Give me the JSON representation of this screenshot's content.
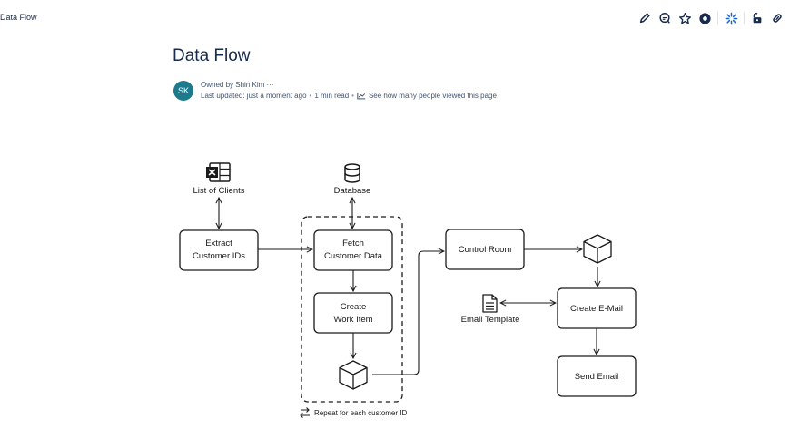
{
  "page": {
    "breadcrumb_title": "Data Flow",
    "title": "Data Flow",
    "owner_text": "Owned by Shin Kim",
    "owner_more": "···",
    "avatar_initials": "SK",
    "avatar_color": "#1d7a8c",
    "last_updated": "Last updated: just a moment ago",
    "read_time": "1 min read",
    "views_link": "See how many people viewed this page",
    "separator": "•"
  },
  "toolbar": {
    "icons": [
      "pencil-icon",
      "comment-icon",
      "star-icon",
      "watch-eye-icon",
      "loom-sparkle-icon",
      "restrictions-lock-icon",
      "copy-link-icon"
    ],
    "accent_color": "#1868db"
  },
  "diagram": {
    "nodes": {
      "list_of_clients": "List of Clients",
      "database": "Database",
      "extract_line1": "Extract",
      "extract_line2": "Customer IDs",
      "fetch_line1": "Fetch",
      "fetch_line2": "Customer Data",
      "create_work_line1": "Create",
      "create_work_line2": "Work Item",
      "control_room": "Control Room",
      "email_template": "Email Template",
      "create_email": "Create E-Mail",
      "send_email": "Send Email",
      "loop_label": "Repeat for each customer ID"
    },
    "icons": [
      "excel-icon",
      "database-icon",
      "package-box-icon",
      "document-icon",
      "repeat-icon"
    ]
  }
}
